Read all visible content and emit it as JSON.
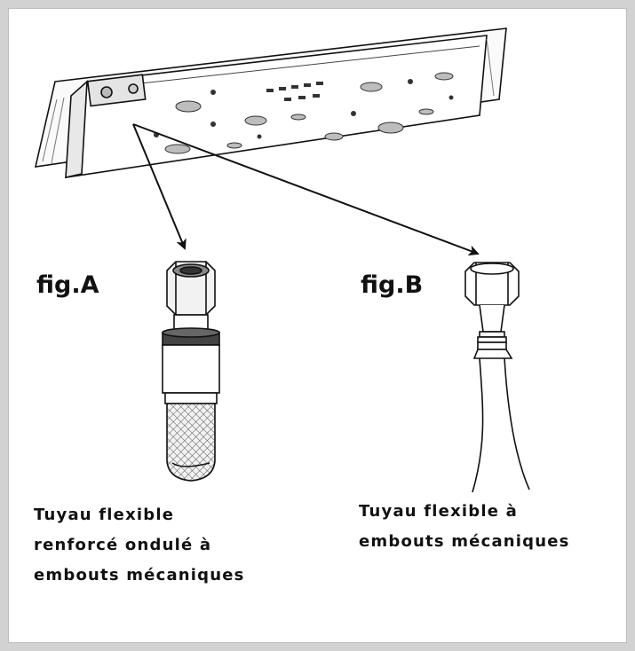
{
  "figures": {
    "a": {
      "label": "fig.A",
      "caption_lines": [
        "Tuyau flexible",
        "renforcé ondulé à",
        "embouts mécaniques"
      ]
    },
    "b": {
      "label": "fig.B",
      "caption_lines": [
        "Tuyau flexible à",
        "embouts mécaniques"
      ]
    }
  },
  "colors": {
    "background": "#d2d2d2",
    "panel": "#ffffff",
    "ink": "#111111"
  }
}
